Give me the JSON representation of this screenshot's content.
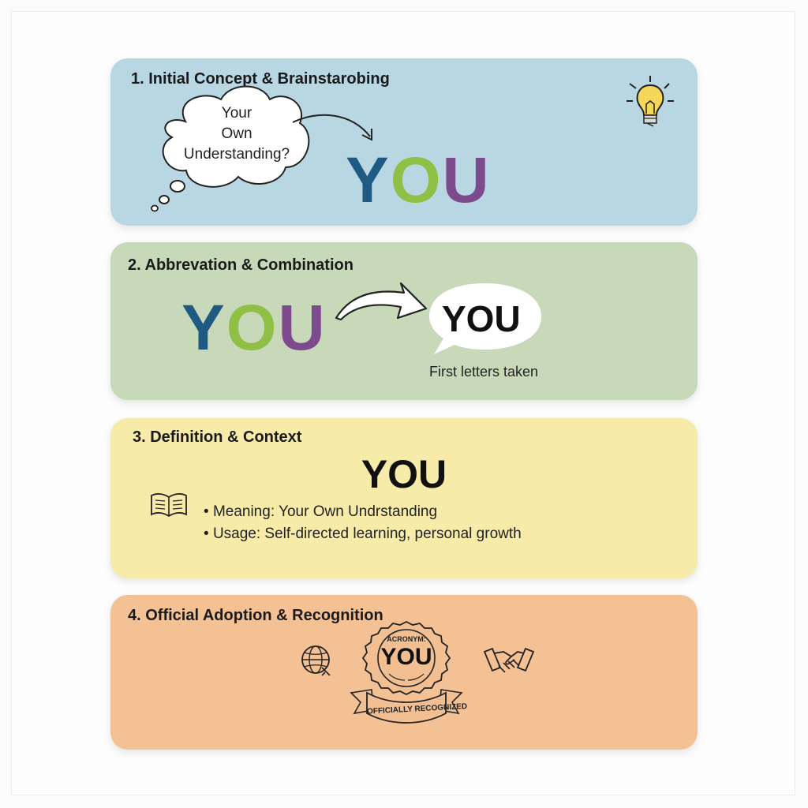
{
  "panels": [
    {
      "title": "1. Initial Concept & Brainstarobing",
      "cloud_lines": [
        "Your",
        "Own",
        "Understanding?"
      ],
      "word_letters": [
        "Y",
        "O",
        "U"
      ]
    },
    {
      "title": "2. Abbrevation & Combination",
      "word_letters": [
        "Y",
        "O",
        "U"
      ],
      "bubble_word": "YOU",
      "caption": "First letters taken"
    },
    {
      "title": "3. Definition & Context",
      "heading": "YOU",
      "bullets": [
        "Meaning: Your Own Undrstanding",
        "Usage: Self-directed learning, personal growth"
      ]
    },
    {
      "title": "4. Official Adoption & Recognition",
      "seal_top": "ACRONYM:",
      "seal_word": "YOU",
      "ribbon": "OFFICIALLY RECOGNIZED"
    }
  ],
  "colors": {
    "panel1": "#b9d7e3",
    "panel2": "#c7d9b9",
    "panel3": "#f7eba9",
    "panel4": "#f4c195",
    "letter_y": "#1f5a82",
    "letter_o": "#8fbf45",
    "letter_u": "#7d4a8e"
  },
  "icons": [
    "lightbulb-icon",
    "thought-cloud",
    "curved-arrow-icon",
    "speech-bubble",
    "book-icon",
    "globe-icon",
    "seal-badge",
    "handshake-icon"
  ]
}
